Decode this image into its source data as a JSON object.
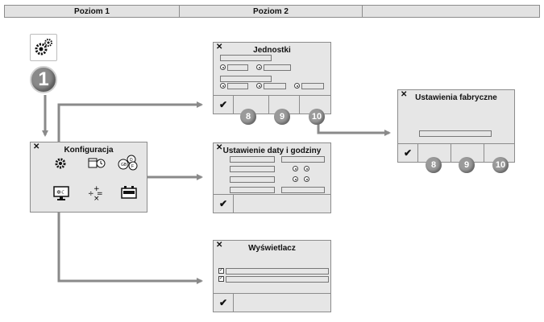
{
  "header": {
    "col1": "Poziom 1",
    "col2": "Poziom 2",
    "col3": ""
  },
  "step": "1",
  "config": {
    "close": "✕",
    "title": "Konfiguracja"
  },
  "units": {
    "close": "✕",
    "title": "Jednostki",
    "ok": "✔",
    "n8": "8",
    "n9": "9",
    "n10": "10"
  },
  "factory": {
    "close": "✕",
    "title": "Ustawienia fabryczne",
    "ok": "✔",
    "n8": "8",
    "n9": "9",
    "n10": "10"
  },
  "datetime": {
    "close": "✕",
    "title": "Ustawienie daty i godziny",
    "ok": "✔"
  },
  "display": {
    "close": "✕",
    "title": "Wyświetlacz",
    "ok": "✔"
  },
  "colors": {
    "arrow": "#8a8a8a",
    "panel": "#e6e6e6",
    "border": "#8c8c8c",
    "badge": "#9a9a9a"
  },
  "icons": [
    "gear-icon",
    "units-icon",
    "date-time-icon",
    "language-icon",
    "brightness-icon",
    "calculator-icon",
    "battery-icon"
  ]
}
